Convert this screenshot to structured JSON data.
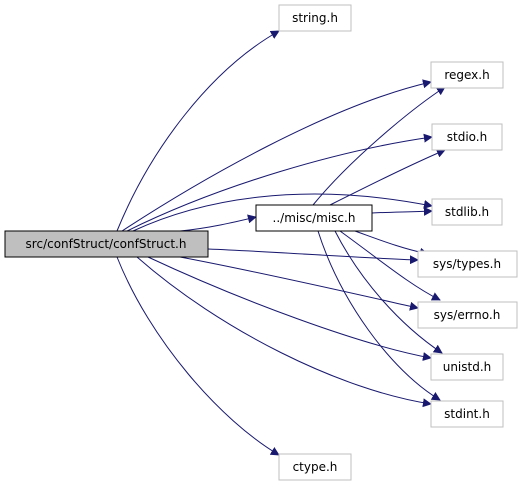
{
  "colors": {
    "edge": "#191970",
    "root_fill": "#bfbfbf",
    "node_border_gray": "#bfbfbf",
    "node_border_black": "#000000",
    "text": "#000000"
  },
  "nodes": {
    "root": "src/confStruct/confStruct.h",
    "misc": "../misc/misc.h",
    "string": "string.h",
    "regex": "regex.h",
    "stdio": "stdio.h",
    "stdlib": "stdlib.h",
    "types": "sys/types.h",
    "errno": "sys/errno.h",
    "unistd": "unistd.h",
    "stdint": "stdint.h",
    "ctype": "ctype.h"
  }
}
